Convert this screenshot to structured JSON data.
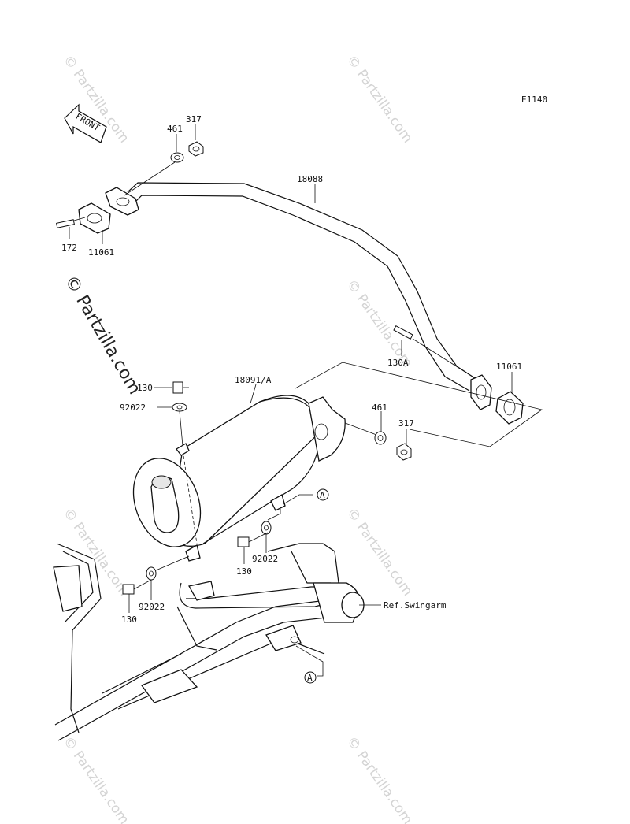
{
  "diagram_code": "E1140",
  "front_arrow_label": "FRONT",
  "copyright_watermark": "© Partzilla.com",
  "faint_watermark": "© Partzilla.com",
  "ref_label": "Ref.Swingarm",
  "callout_a": "A",
  "parts": {
    "p317_top": "317",
    "p461_top": "461",
    "p18088": "18088",
    "p172": "172",
    "p11061_left": "11061",
    "p130a": "130A",
    "p11061_right": "11061",
    "p18091a": "18091/A",
    "p130_top": "130",
    "p92022_top": "92022",
    "p461_mid": "461",
    "p317_mid": "317",
    "p92022_mid": "92022",
    "p130_mid": "130",
    "p92022_low": "92022",
    "p130_low": "130"
  }
}
